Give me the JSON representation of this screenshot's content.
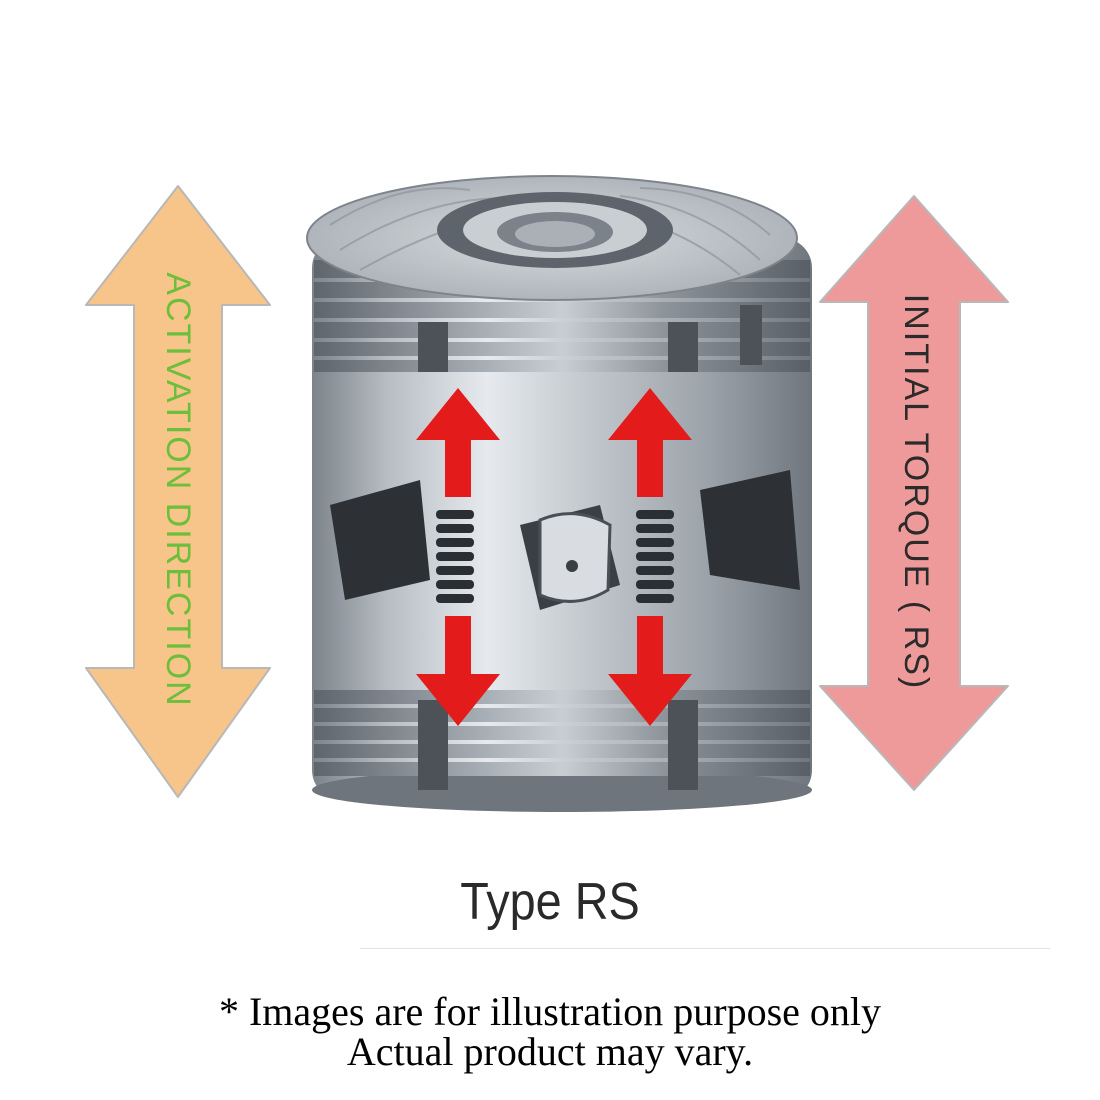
{
  "figure": {
    "left_arrow": {
      "label": "ACTIVATION DIRECTION",
      "fill": "#f7c48a",
      "stroke": "#b8b8b8",
      "label_color": "#6cbf3a"
    },
    "right_arrow": {
      "label": "INITIAL TORQUE ( RS)",
      "fill": "#ef9a9a",
      "stroke": "#b8b8b8",
      "label_color": "#2b2b2b"
    },
    "inner_arrow_color": "#e41b1b",
    "product_label": "Type RS"
  },
  "disclaimer": {
    "line1": "* Images are for illustration purpose only",
    "line2": "Actual product may vary."
  }
}
